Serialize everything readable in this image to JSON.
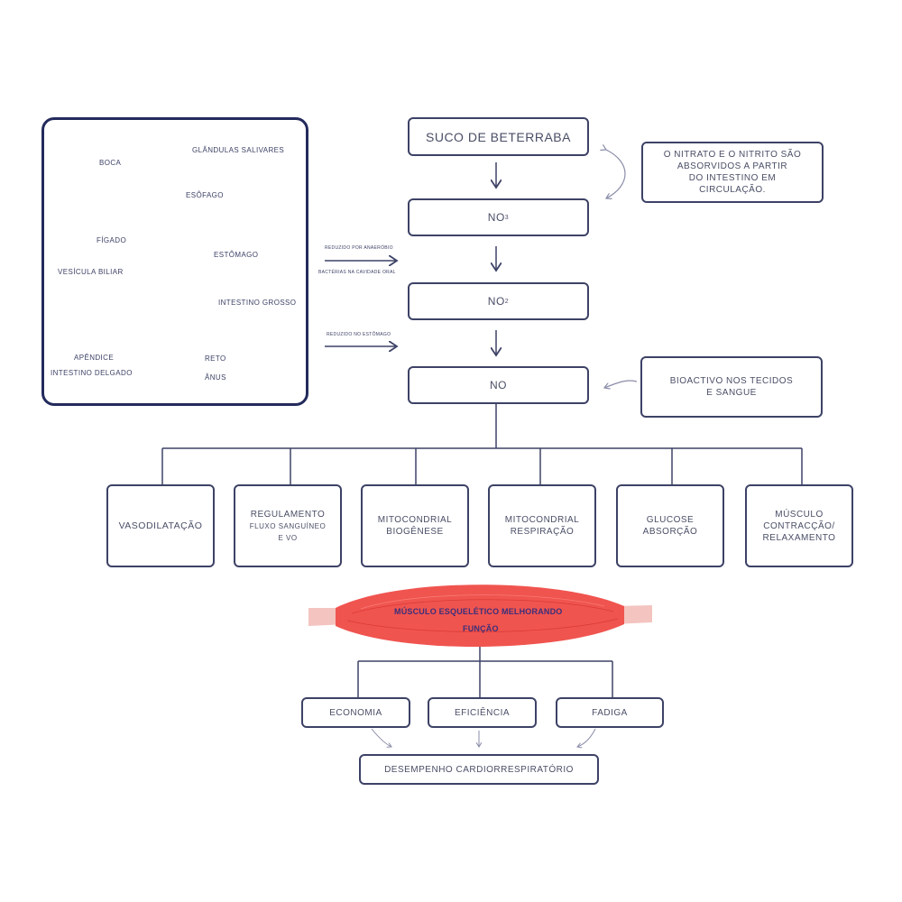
{
  "anatomy": {
    "labels": {
      "salivary_glands": "GLÂNDULAS SALIVARES",
      "mouth": "BOCA",
      "esophagus": "ESÔFAGO",
      "liver": "FÍGADO",
      "stomach": "ESTÔMAGO",
      "gallbladder": "VESÍCULA BILIAR",
      "large_intestine": "INTESTINO GROSSO",
      "appendix": "APÊNDICE",
      "rectum": "RETO",
      "small_intestine": "INTESTINO DELGADO",
      "anus": "ÂNUS"
    },
    "colors": {
      "border": "#232a5c",
      "organ_pink": "#f4a08f",
      "liver_red": "#e0402a",
      "gland_yellow": "#f5d24a"
    }
  },
  "side_arrows": {
    "top_label_above": "REDUZIDO POR ANAERÓBIO",
    "top_label_below": "BACTÉRIAS NA CAVIDADE ORAL",
    "bottom_label": "REDUZIDO NO ESTÔMAGO"
  },
  "flow": {
    "beet_juice": "SUCO DE BETERRABA",
    "no3_base": "NO",
    "no3_sup": "3",
    "no2_base": "NO",
    "no2_sup": "2",
    "no": "NO"
  },
  "notes": {
    "absorption": [
      "O NITRATO E O NITRITO SÃO",
      "ABSORVIDOS A PARTIR",
      "DO INTESTINO EM",
      "CIRCULAÇÃO."
    ],
    "bioactive": [
      "BIOACTIVO NOS TECIDOS",
      "E SANGUE"
    ]
  },
  "effects": [
    {
      "lines": [
        "VASODILATAÇÃO"
      ]
    },
    {
      "lines": [
        "REGULAMENTO",
        "FLUXO SANGUÍNEO",
        "E VO"
      ]
    },
    {
      "lines": [
        "MITOCONDRIAL",
        "BIOGÊNESE"
      ]
    },
    {
      "lines": [
        "MITOCONDRIAL",
        "RESPIRAÇÃO"
      ]
    },
    {
      "lines": [
        "GLUCOSE",
        "ABSORÇÃO"
      ]
    },
    {
      "lines": [
        "MÚSCULO",
        "CONTRACÇÃO/",
        "RELAXAMENTO"
      ]
    }
  ],
  "muscle": {
    "line1": "MÚSCULO ESQUELÉTICO MELHORANDO",
    "line2": "FUNÇÃO",
    "colors": {
      "belly": "#f0544f",
      "tendon": "#f4c4c0",
      "text": "#3b2f7a"
    }
  },
  "outcomes": [
    "ECONOMIA",
    "EFICIÊNCIA",
    "FADIGA"
  ],
  "final": "DESEMPENHO CARDIORRESPIRATÓRIO",
  "colors": {
    "line": "#3d4266",
    "text": "#4a4e66",
    "curved_arrow": "#8a8da8"
  }
}
